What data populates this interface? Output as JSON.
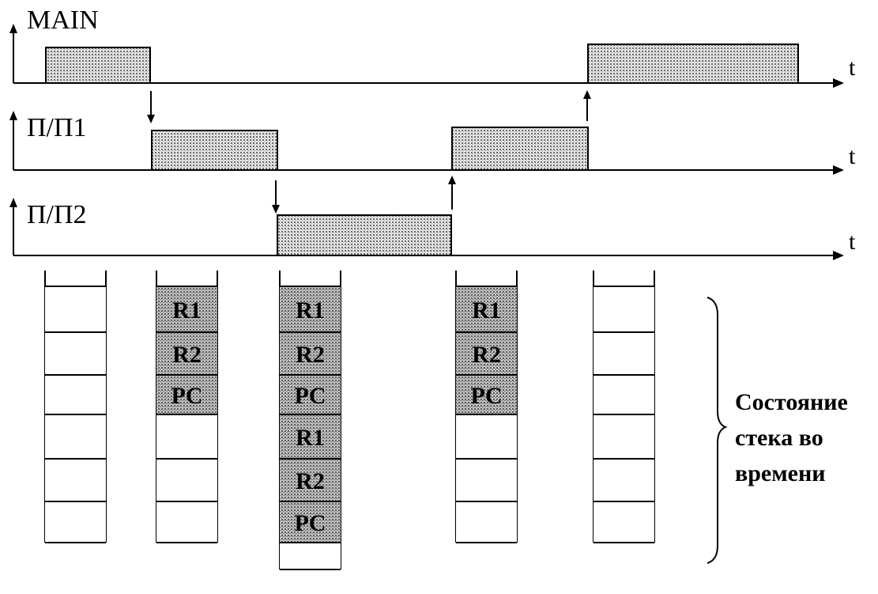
{
  "tracks": [
    {
      "label": "MAIN",
      "axis_label": "t"
    },
    {
      "label": "П/П1",
      "axis_label": "t"
    },
    {
      "label": "П/П2",
      "axis_label": "t"
    }
  ],
  "stacks": [
    {
      "cells": [
        "",
        "",
        "",
        "",
        "",
        ""
      ]
    },
    {
      "cells": [
        "R1",
        "R2",
        "PC",
        "",
        "",
        ""
      ]
    },
    {
      "cells": [
        "R1",
        "R2",
        "PC",
        "R1",
        "R2",
        "PC",
        ""
      ]
    },
    {
      "cells": [
        "R1",
        "R2",
        "PC",
        "",
        "",
        ""
      ]
    },
    {
      "cells": [
        "",
        "",
        "",
        "",
        "",
        ""
      ]
    }
  ],
  "caption": {
    "line1": "Состояние",
    "line2": "стека во",
    "line3": "времени"
  },
  "colors": {
    "line": "#000000",
    "fill_background": "#ffffff",
    "stipple_fill": "#b8b8b8"
  }
}
